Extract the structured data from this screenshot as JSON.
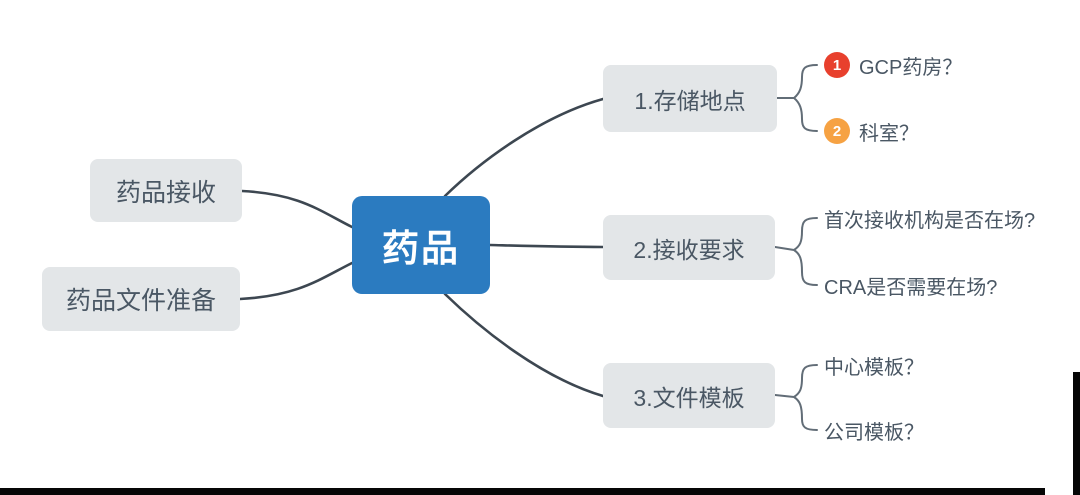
{
  "canvas": {
    "background": "#ffffff",
    "frame_color": "#060606"
  },
  "mindmap": {
    "root": {
      "label": "药品",
      "bg": "#2b7bc0",
      "text_color": "#ffffff"
    },
    "node_bg": "#e3e6e8",
    "node_text_color": "#4a5764",
    "line_color": "#3d4751",
    "brace_color": "#626d77",
    "left_nodes": [
      {
        "label": "药品接收"
      },
      {
        "label": "药品文件准备"
      }
    ],
    "right_branches": [
      {
        "label": "1.存储地点",
        "children": [
          {
            "badge": "1",
            "badge_color": "#e8402d",
            "label": "GCP药房？"
          },
          {
            "badge": "2",
            "badge_color": "#f6a243",
            "label": "科室？"
          }
        ]
      },
      {
        "label": "2.接收要求",
        "children": [
          {
            "label": "首次接收机构是否在场?"
          },
          {
            "label": "CRA是否需要在场?"
          }
        ]
      },
      {
        "label": "3.文件模板",
        "children": [
          {
            "label": "中心模板？"
          },
          {
            "label": "公司模板？"
          }
        ]
      }
    ]
  }
}
